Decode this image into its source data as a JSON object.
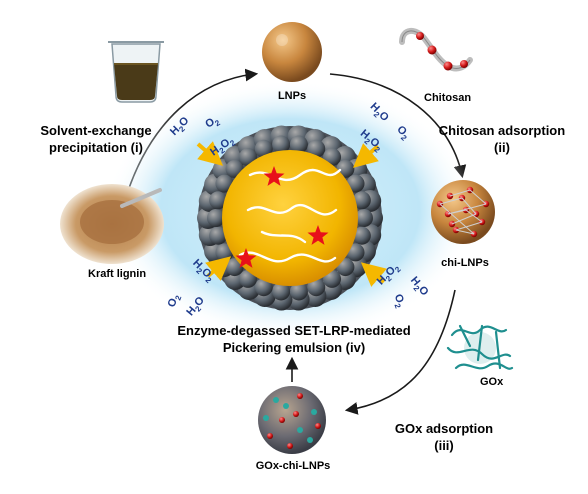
{
  "nodes": {
    "lnps": "LNPs",
    "chitosan": "Chitosan",
    "chi_lnps": "chi-LNPs",
    "gox": "GOx",
    "gox_chi_lnps": "GOx-chi-LNPs",
    "kraft_lignin": "Kraft lignin"
  },
  "steps": {
    "step_i_line1": "Solvent-exchange",
    "step_i_line2": "precipitation (i)",
    "step_ii_line1": "Chitosan  adsorption",
    "step_ii_line2": "(ii)",
    "step_iii_line1": "GOx adsorption",
    "step_iii_line2": "(iii)",
    "step_iv_line1": "Enzyme-degassed  SET-LRP-mediated",
    "step_iv_line2": "Pickering emulsion (iv)"
  },
  "chem": {
    "h": "H",
    "o": "O",
    "sub2": "2"
  },
  "colors": {
    "arrow": "#1a1a1a",
    "halo": "#bfe6f7",
    "droplet_core": "#f2b500",
    "star": "#e8101a",
    "chem_text": "#1f3b8c",
    "yellow_arrow": "#f5b800",
    "gox_ribbon": "#1f8f8f"
  },
  "icons": [
    "beaker-icon",
    "lignin-powder-icon",
    "lnp-sphere-icon",
    "chitosan-chain-icon",
    "chi-lnp-sphere-icon",
    "gox-protein-icon",
    "gox-chi-lnp-sphere-icon",
    "pickering-droplet-icon",
    "star-icon"
  ]
}
